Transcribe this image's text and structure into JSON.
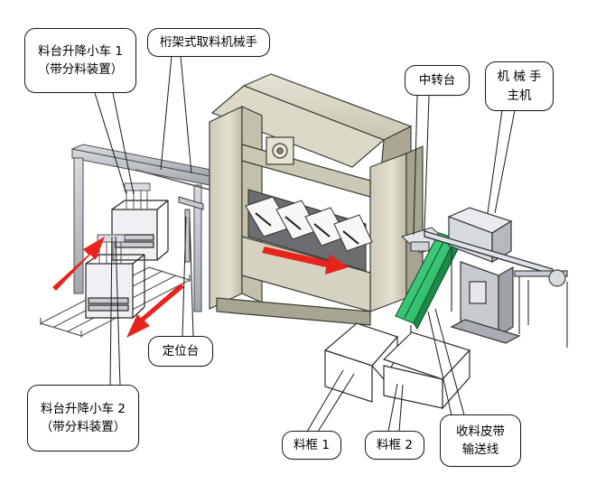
{
  "labels": {
    "cart1": {
      "line1": "料台升降小车 1",
      "line2": "（带分料装置）"
    },
    "truss_robot": "桁架式取料机械手",
    "transfer_table": "中转台",
    "robot_main": {
      "line1": "机 械 手",
      "line2": "主机"
    },
    "positioning_table": "定位台",
    "cart2": {
      "line1": "料台升降小车 2",
      "line2": "（带分料装置）"
    },
    "bin1": "料框 1",
    "bin2": "料框 2",
    "belt_conveyor": {
      "line1": "收料皮带",
      "line2": "输送线"
    }
  },
  "colors": {
    "flow_arrow": "#e8231c",
    "press_body": "#d9d6c6",
    "press_shadow": "#9b9886",
    "frame_gray": "#b7b9bc",
    "conveyor_green": "#39d07a",
    "steel_blue": "#7c8fa8",
    "callout_border": "#1a1a1a"
  }
}
